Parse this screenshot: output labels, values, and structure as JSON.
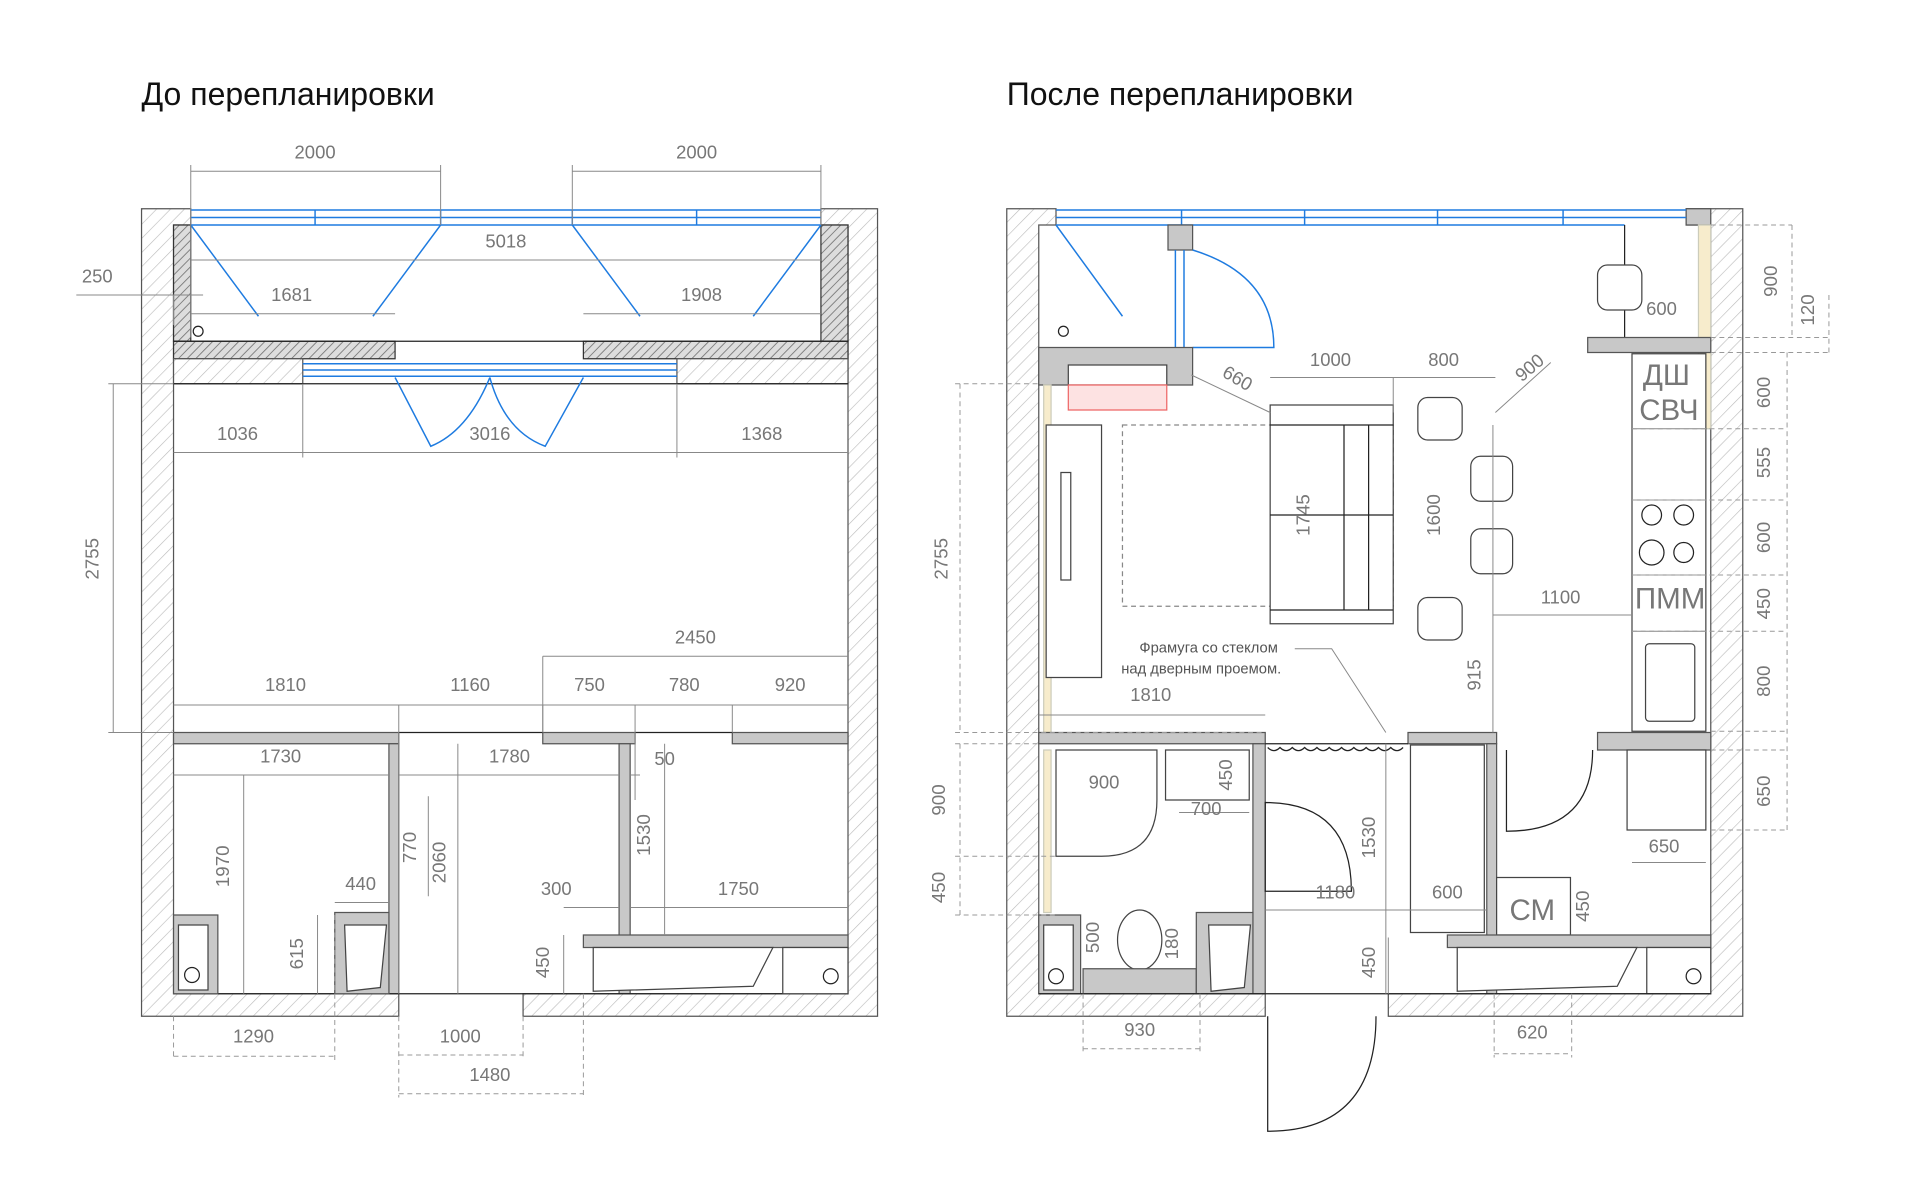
{
  "titles": {
    "before": "До перепланировки",
    "after": "После перепланировки"
  },
  "left_plan": {
    "dims": [
      "2000",
      "2000",
      "5018",
      "250",
      "1681",
      "1908",
      "1036",
      "3016",
      "1368",
      "2755",
      "2450",
      "1810",
      "1160",
      "750",
      "780",
      "920",
      "1730",
      "1780",
      "50",
      "770",
      "2060",
      "1530",
      "1970",
      "440",
      "300",
      "1750",
      "615",
      "450",
      "1290",
      "1000",
      "1480"
    ]
  },
  "right_plan": {
    "dims": [
      "1000",
      "800",
      "660",
      "900",
      "600",
      "900",
      "120",
      "600",
      "555",
      "600",
      "450",
      "800",
      "650",
      "1745",
      "1600",
      "1100",
      "915",
      "2755",
      "1810",
      "900",
      "450",
      "700",
      "900",
      "450",
      "1530",
      "1180",
      "600",
      "650",
      "450",
      "500",
      "180",
      "450",
      "930",
      "620"
    ],
    "labels": {
      "dishwasher": "ДШ",
      "microwave": "СВЧ",
      "dishwasher2": "ПММ",
      "washer": "СМ"
    },
    "note": {
      "line1": "Фрамуга со стеклом",
      "line2": "над дверным проемом."
    }
  },
  "colors": {
    "window": "#1e7be0",
    "highlight": "#f08080"
  }
}
